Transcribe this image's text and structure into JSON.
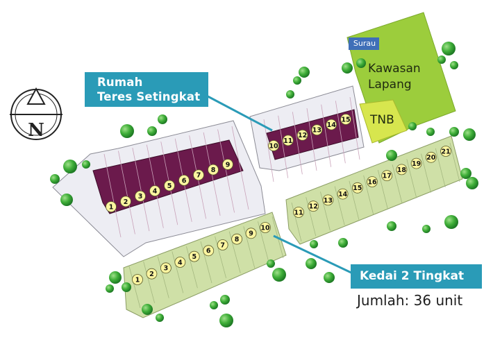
{
  "map": {
    "callouts": {
      "rumah_line1": "Rumah",
      "rumah_line2": "Teres Setingkat",
      "kedai": "Kedai 2 Tingkat"
    },
    "total": "Jumlah: 36 unit",
    "areas": {
      "kawasan_line1": "Kawasan",
      "kawasan_line2": "Lapang",
      "tnb": "TNB",
      "surau": "Surau"
    },
    "compass_letter": "N",
    "terrace_row_a": [
      "1",
      "2",
      "3",
      "4",
      "5",
      "6",
      "7",
      "8",
      "9"
    ],
    "terrace_row_b": [
      "10",
      "11",
      "12",
      "13",
      "14",
      "15"
    ],
    "shop_row_a": [
      "1",
      "2",
      "3",
      "4",
      "5",
      "6",
      "7",
      "8",
      "9",
      "10"
    ],
    "shop_row_b": [
      "11",
      "12",
      "13",
      "14",
      "15",
      "16",
      "17",
      "18",
      "19",
      "20",
      "21"
    ],
    "colors": {
      "terrace_roof": "#6b1a4c",
      "terrace_lot": "#ededf3",
      "shop_lot": "#cfe0a7",
      "open_space": "#9ccd3c",
      "tnb": "#d7e64e",
      "surau": "#3f6fb8",
      "callout": "#2a9bb7",
      "unit_marker": "#fbf5a0",
      "tree": "#36a332"
    }
  }
}
